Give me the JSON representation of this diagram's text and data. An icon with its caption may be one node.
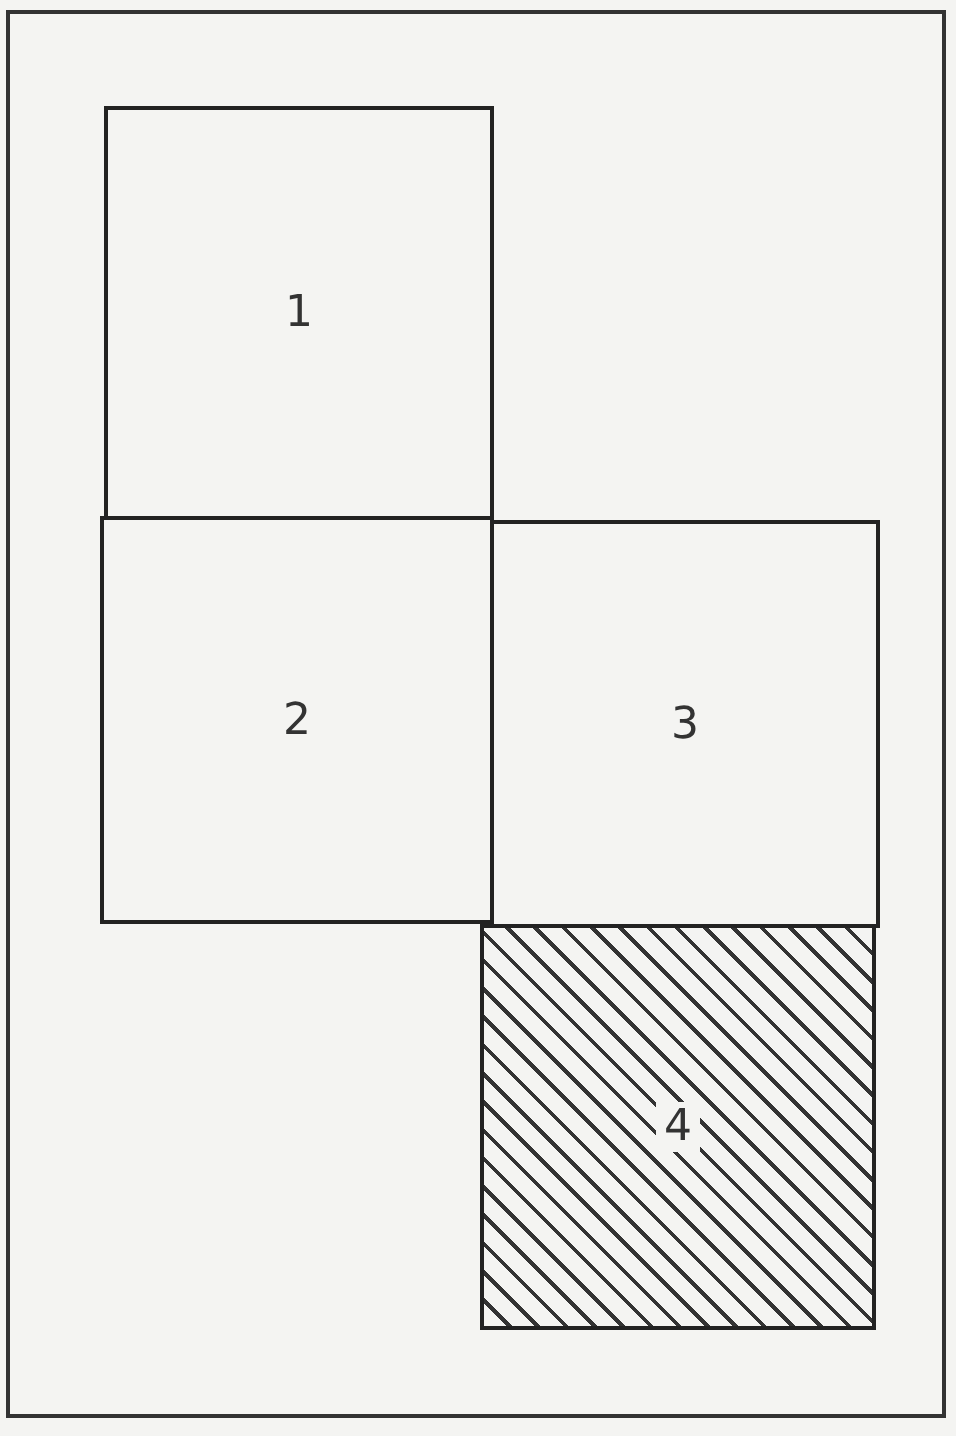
{
  "diagram": {
    "nodes": [
      {
        "text": [
          "1"
        ]
      },
      {
        "text": [
          "2"
        ]
      },
      {
        "text": [
          "3"
        ]
      },
      {
        "text": [
          "4"
        ]
      }
    ],
    "edges": []
  }
}
